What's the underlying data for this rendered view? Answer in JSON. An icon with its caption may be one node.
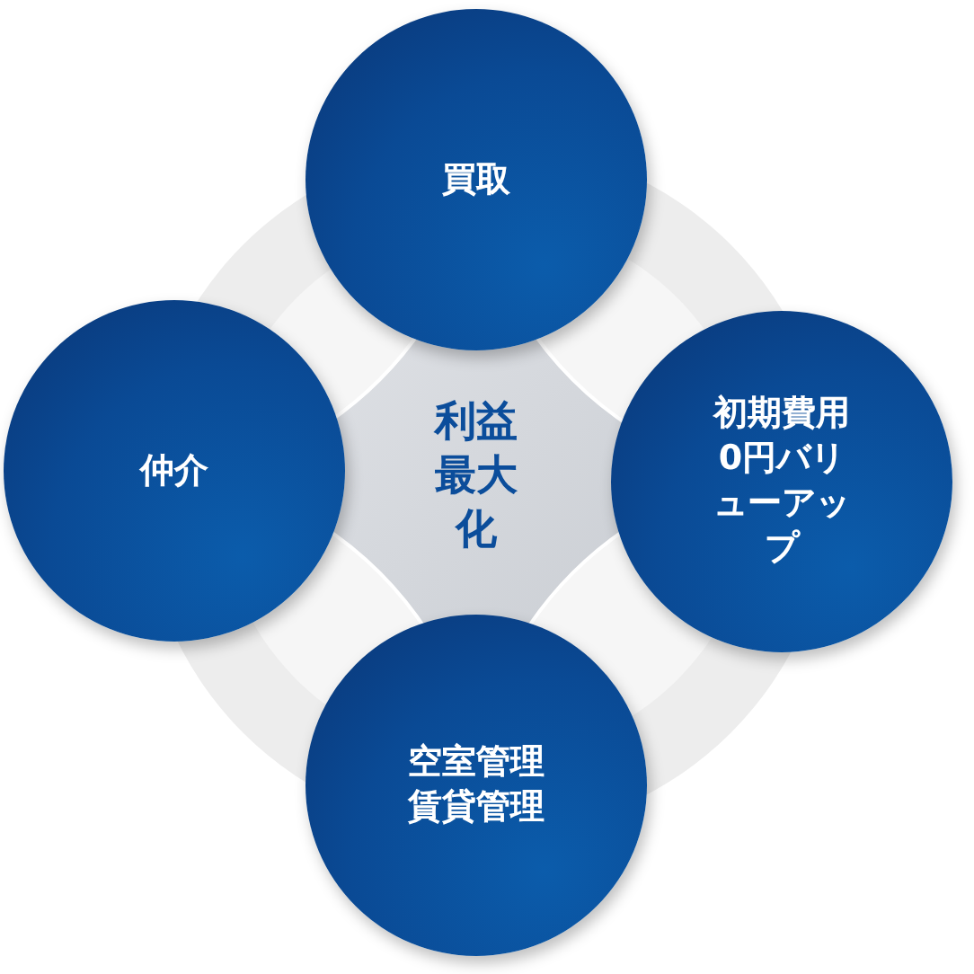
{
  "diagram": {
    "nodes": [
      {
        "text": [
          "買取"
        ]
      },
      {
        "text": [
          "仲介"
        ]
      },
      {
        "text": [
          "利益最大化"
        ]
      },
      {
        "text": [
          "初期費用0円バリューアップ"
        ]
      },
      {
        "text": [
          "空室管理賃貸管理"
        ]
      }
    ]
  }
}
